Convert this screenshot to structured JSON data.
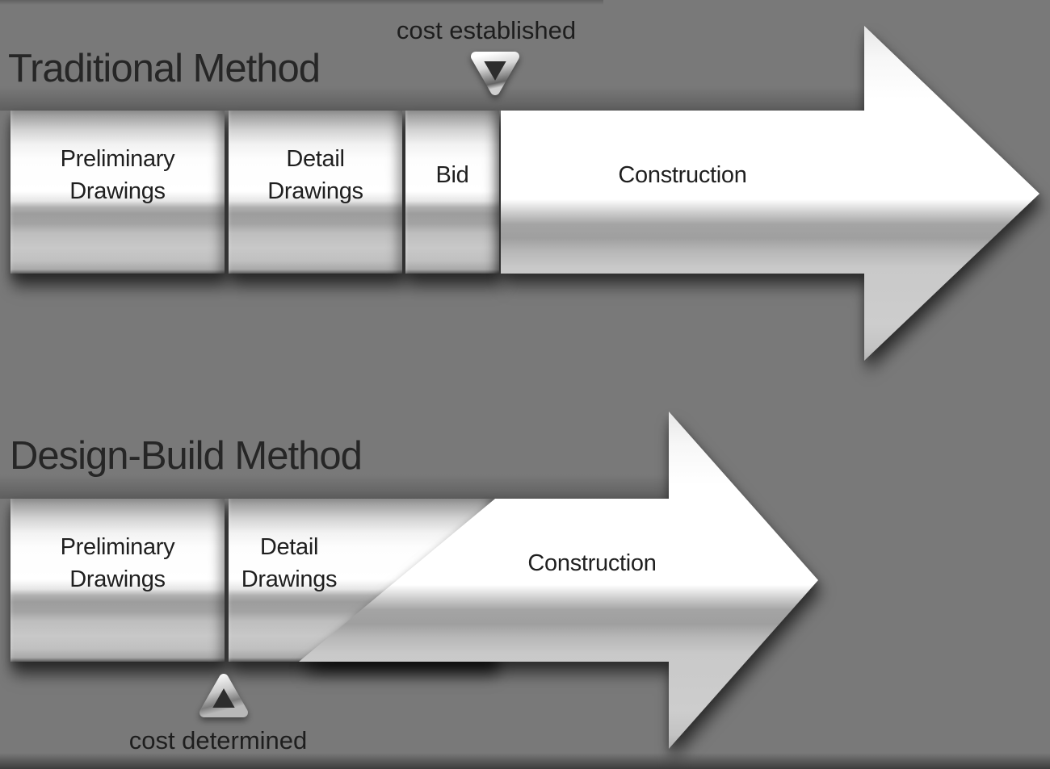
{
  "traditional": {
    "title": "Traditional Method",
    "marker_label": "cost established",
    "marker_direction": "down",
    "boxes": [
      {
        "line1": "Preliminary",
        "line2": "Drawings"
      },
      {
        "line1": "Detail",
        "line2": "Drawings"
      },
      {
        "line1": "Bid",
        "line2": ""
      }
    ],
    "arrow_label": "Construction"
  },
  "design_build": {
    "title": "Design-Build Method",
    "marker_label": "cost determined",
    "marker_direction": "up",
    "boxes": [
      {
        "line1": "Preliminary",
        "line2": "Drawings"
      },
      {
        "line1": "Detail",
        "line2": "Drawings"
      }
    ],
    "arrow_label": "Construction"
  },
  "colors": {
    "background": "#797979",
    "text": "#1f1f1f",
    "triangle_fill": "#2d2d2d",
    "triangle_chrome_light": "#ffffff",
    "triangle_chrome_dark": "#606060"
  }
}
